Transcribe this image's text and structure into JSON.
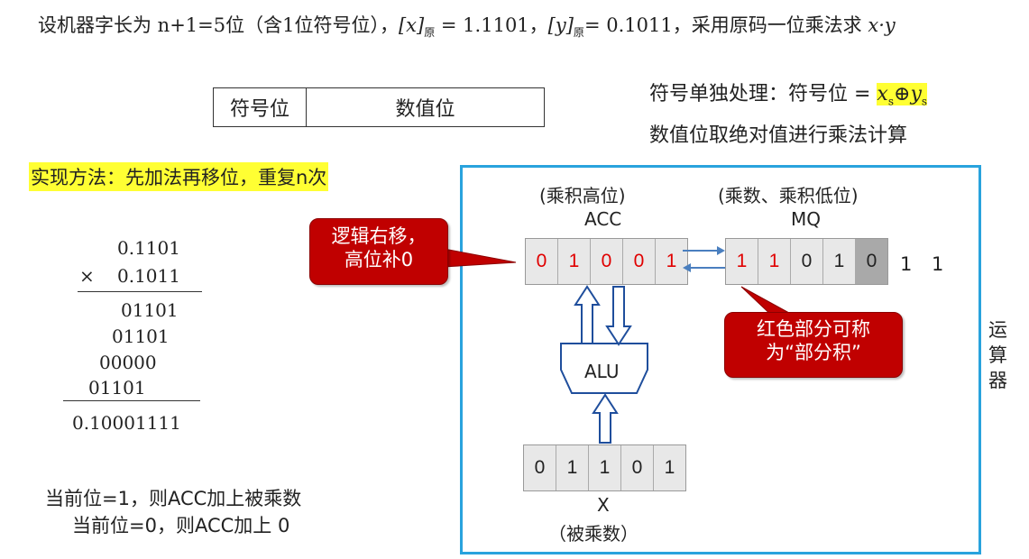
{
  "problem": {
    "prefix": "设机器字长为 n+1=5位（含1位符号位），",
    "x_var": "[x]",
    "x_sub": "原",
    "x_val": " = 1.1101，",
    "y_var": "[y]",
    "y_sub": "原",
    "y_val": "= 0.1011，采用原码一位乘法求 ",
    "expr": "x·y"
  },
  "format_box": {
    "sign": "符号位",
    "value": "数值位"
  },
  "sign_note": {
    "label": "符号单独处理：符号位 = ",
    "xs": "x",
    "s1": "s",
    "xor": "⊕",
    "ys": "y",
    "s2": "s"
  },
  "abs_note": "数值位取绝对值进行乘法计算",
  "method": "实现方法：先加法再移位，重复n次",
  "calculation": {
    "multiplicand": "0.1101",
    "times": "×",
    "multiplier": "0.1011",
    "partials": [
      "01101",
      "01101",
      "00000",
      "01101"
    ],
    "result": "0.10001111"
  },
  "rules": [
    "当前位=1，则ACC加上被乘数",
    "当前位=0，则ACC加上 0"
  ],
  "alu_box": {
    "acc_caption": "(乘积高位)",
    "acc_label": "ACC",
    "mq_caption": "(乘数、乘积低位)",
    "mq_label": "MQ",
    "acc_bits": [
      "0",
      "1",
      "0",
      "0",
      "1"
    ],
    "mq_bits": [
      "1",
      "1",
      "0",
      "1",
      "0"
    ],
    "mq_extra": [
      "1",
      "1"
    ],
    "alu_label": "ALU",
    "x_bits": [
      "0",
      "1",
      "1",
      "0",
      "1"
    ],
    "x_label": "X",
    "x_caption": "（被乘数）",
    "side_label": "运算器"
  },
  "callouts": {
    "shift": [
      "逻辑右移，",
      "高位补0"
    ],
    "partial": [
      "红色部分可称",
      "为“部分积”"
    ]
  },
  "colors": {
    "highlight": "#ffff33",
    "callout": "#c00000",
    "frame": "#29a3dd",
    "red_bit": "#e00000"
  }
}
